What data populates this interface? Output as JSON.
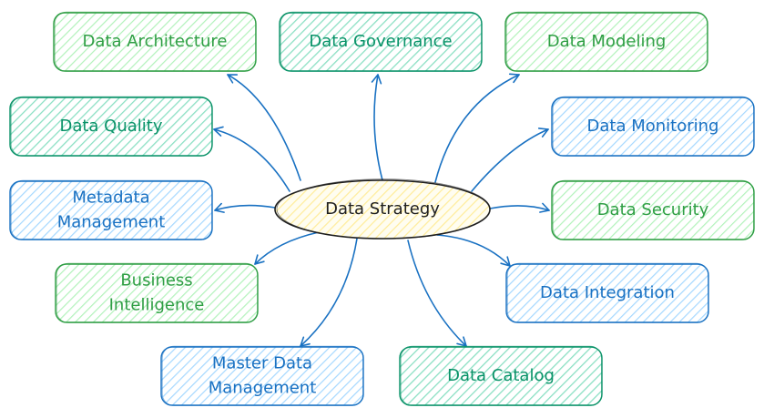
{
  "diagram": {
    "center": {
      "label": "Data Strategy",
      "color": "#1f1f1f",
      "fill": "#fff3bf"
    },
    "nodes": [
      {
        "id": "data-architecture",
        "lines": [
          "Data Architecture"
        ],
        "color": "#2f9e44",
        "fill": "#d3f9d8"
      },
      {
        "id": "data-governance",
        "lines": [
          "Data Governance"
        ],
        "color": "#099268",
        "fill": "#96f2d7"
      },
      {
        "id": "data-modeling",
        "lines": [
          "Data Modeling"
        ],
        "color": "#2f9e44",
        "fill": "#d3f9d8"
      },
      {
        "id": "data-quality",
        "lines": [
          "Data Quality"
        ],
        "color": "#099268",
        "fill": "#96f2d7"
      },
      {
        "id": "data-monitoring",
        "lines": [
          "Data Monitoring"
        ],
        "color": "#1971c2",
        "fill": "#d0ebff"
      },
      {
        "id": "metadata-management",
        "lines": [
          "Metadata",
          "Management"
        ],
        "color": "#1971c2",
        "fill": "#d0ebff"
      },
      {
        "id": "data-security",
        "lines": [
          "Data Security"
        ],
        "color": "#2f9e44",
        "fill": "#d3f9d8"
      },
      {
        "id": "business-intelligence",
        "lines": [
          "Business",
          "Intelligence"
        ],
        "color": "#2f9e44",
        "fill": "#d3f9d8"
      },
      {
        "id": "data-integration",
        "lines": [
          "Data Integration"
        ],
        "color": "#1971c2",
        "fill": "#d0ebff"
      },
      {
        "id": "master-data-management",
        "lines": [
          "Master Data",
          "Management"
        ],
        "color": "#1971c2",
        "fill": "#d0ebff"
      },
      {
        "id": "data-catalog",
        "lines": [
          "Data Catalog"
        ],
        "color": "#099268",
        "fill": "#96f2d7"
      }
    ],
    "edge_color": "#1971c2"
  }
}
